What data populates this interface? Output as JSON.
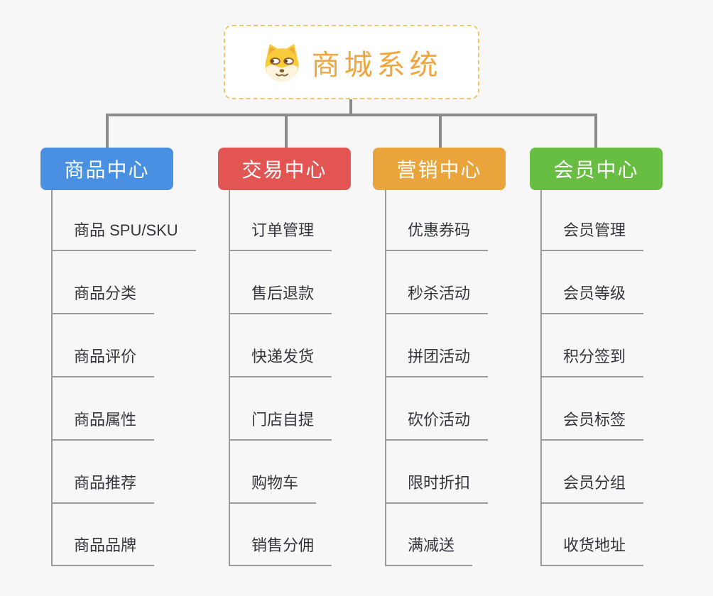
{
  "root": {
    "title": "商城系统",
    "icon": "doge-face-icon",
    "text_color": "#f0a63c",
    "border_color": "#f3c371"
  },
  "branches": [
    {
      "label": "商品中心",
      "color": "#4a90e2",
      "items": [
        "商品 SPU/SKU",
        "商品分类",
        "商品评价",
        "商品属性",
        "商品推荐",
        "商品品牌"
      ]
    },
    {
      "label": "交易中心",
      "color": "#e25552",
      "items": [
        "订单管理",
        "售后退款",
        "快递发货",
        "门店自提",
        "购物车",
        "销售分佣"
      ]
    },
    {
      "label": "营销中心",
      "color": "#e9a43b",
      "items": [
        "优惠券码",
        "秒杀活动",
        "拼团活动",
        "砍价活动",
        "限时折扣",
        "满减送"
      ]
    },
    {
      "label": "会员中心",
      "color": "#68bd43",
      "items": [
        "会员管理",
        "会员等级",
        "积分签到",
        "会员标签",
        "会员分组",
        "收货地址"
      ]
    }
  ],
  "colors": {
    "background": "#f7f7f7",
    "connector": "#8b8b8b",
    "leaf_line": "#9b9b9b",
    "leaf_text": "#33373d"
  }
}
